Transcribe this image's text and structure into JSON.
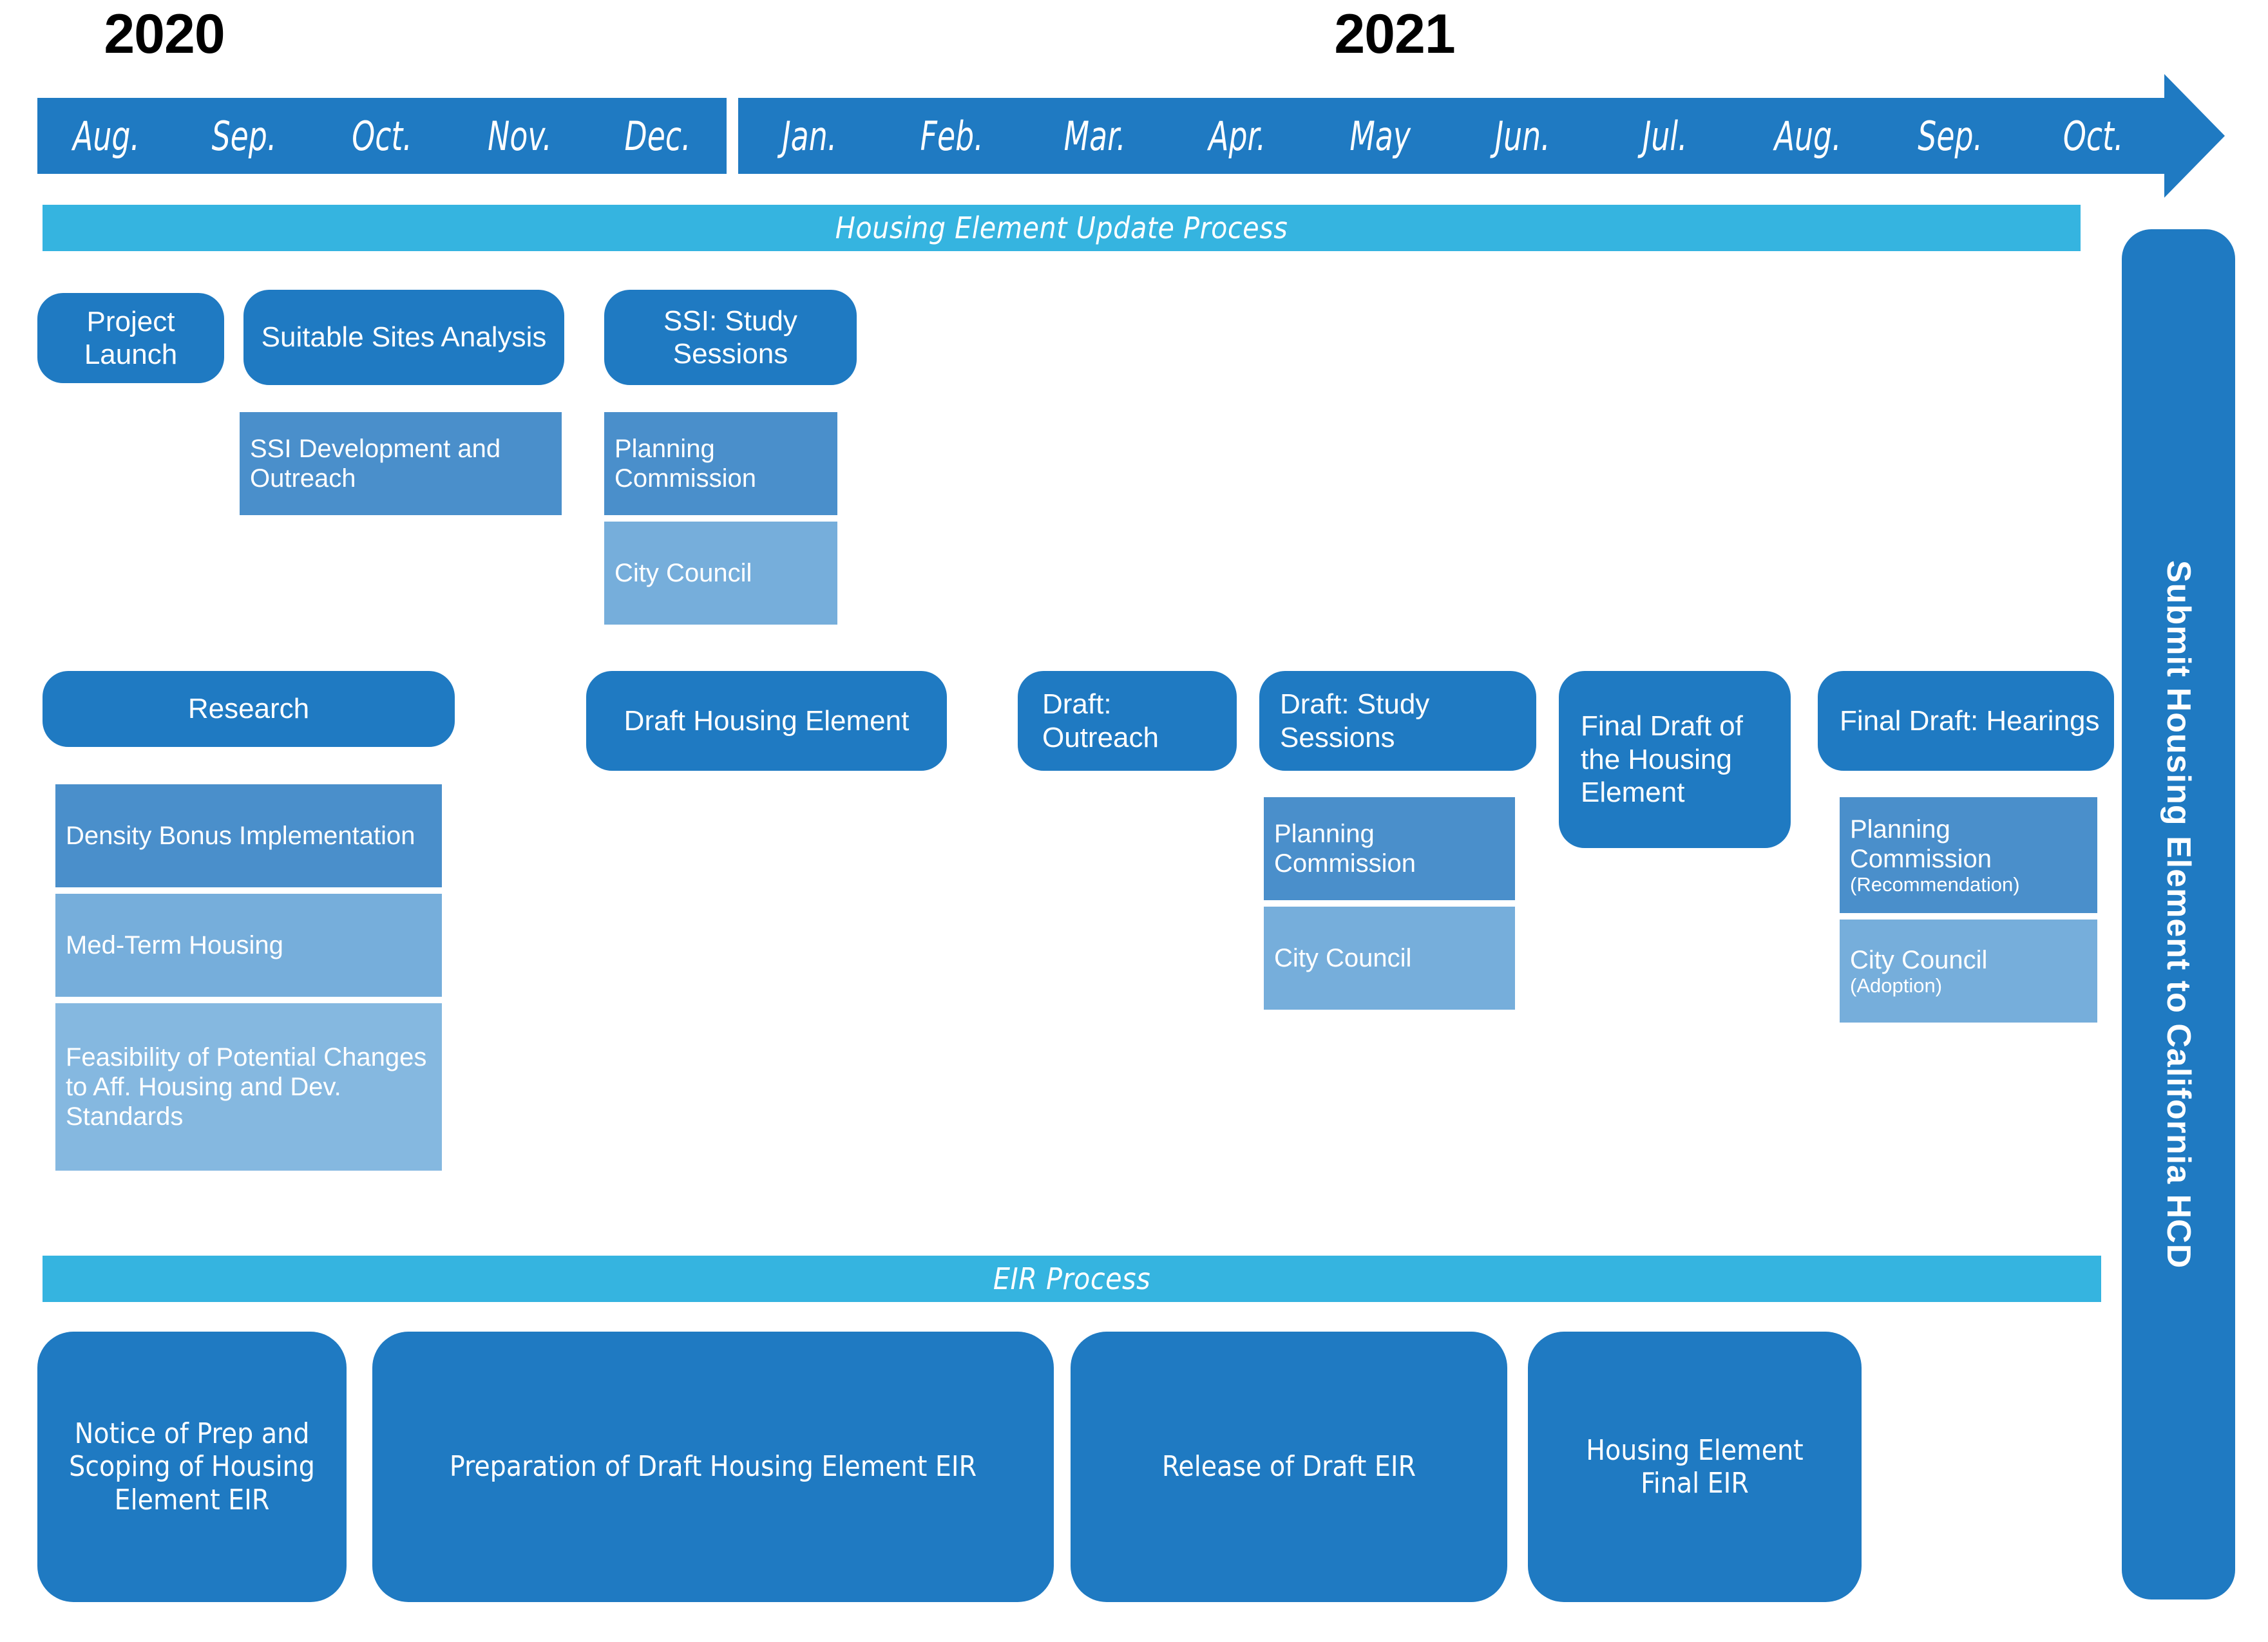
{
  "timeline": {
    "years": [
      {
        "label": "2020",
        "months": [
          "Aug.",
          "Sep.",
          "Oct.",
          "Nov.",
          "Dec."
        ]
      },
      {
        "label": "2021",
        "months": [
          "Jan.",
          "Feb.",
          "Mar.",
          "Apr.",
          "May",
          "Jun.",
          "Jul.",
          "Aug.",
          "Sep.",
          "Oct."
        ]
      }
    ]
  },
  "bands": {
    "housing": "Housing Element Update Process",
    "eir": "EIR Process"
  },
  "submit": {
    "label": "Submit Housing Element to California HCD"
  },
  "housing_phases": [
    {
      "title": "Project Launch",
      "subs": []
    },
    {
      "title": "Suitable Sites Analysis",
      "subs": [
        "SSI Development and Outreach"
      ]
    },
    {
      "title": "SSI: Study Sessions",
      "subs": [
        "Planning Commission",
        "City Council"
      ]
    },
    {
      "title": "Research",
      "subs": [
        "Density Bonus Implementation",
        "Med-Term Housing",
        "Feasibility of Potential Changes to Aff. Housing and Dev. Standards"
      ]
    },
    {
      "title": "Draft Housing Element",
      "subs": []
    },
    {
      "title": "Draft: Outreach",
      "subs": []
    },
    {
      "title": "Draft: Study Sessions",
      "subs": [
        "Planning Commission",
        "City Council"
      ]
    },
    {
      "title": "Final Draft of the Housing Element",
      "subs": []
    },
    {
      "title": "Final Draft: Hearings",
      "subs": [
        "Planning Commission",
        "City Council"
      ],
      "sub_notes": [
        "(Recommendation)",
        "(Adoption)"
      ]
    }
  ],
  "eir_phases": [
    {
      "title": "Notice of Prep and Scoping of Housing Element EIR"
    },
    {
      "title": "Preparation of Draft Housing Element EIR"
    },
    {
      "title": "Release of Draft EIR"
    },
    {
      "title": "Housing Element Final EIR"
    }
  ],
  "colors": {
    "primary": "#1F7AC2",
    "band": "#35B4E0",
    "sub_1": "#4A8FCB",
    "sub_2": "#76AEDB",
    "sub_3": "#85B8E0",
    "text": "#FFFFFF",
    "year_text": "#000000"
  }
}
